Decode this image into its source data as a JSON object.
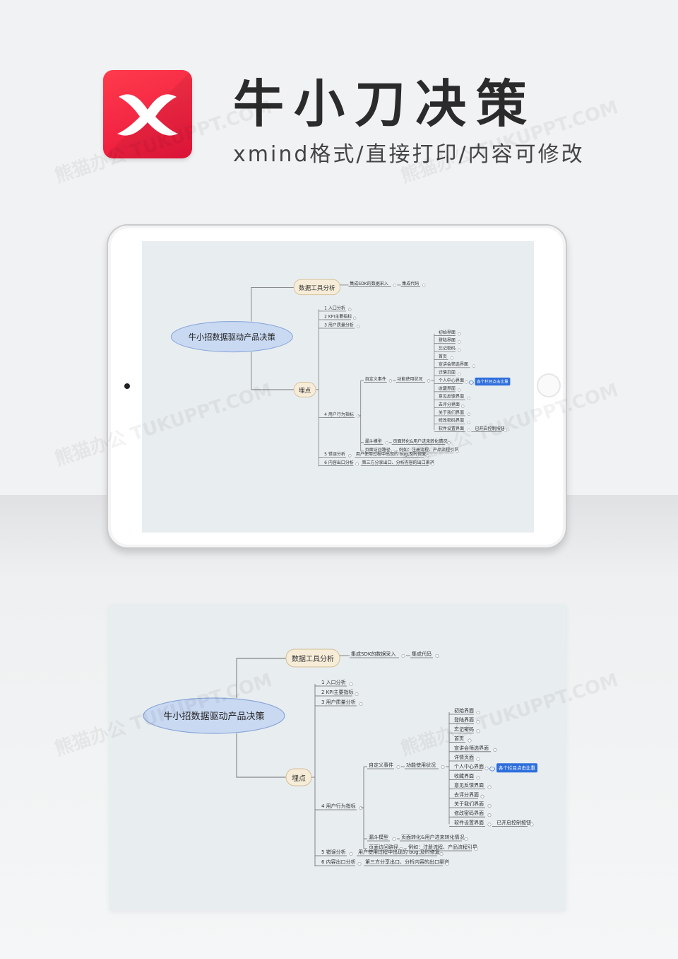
{
  "header": {
    "title": "牛小刀决策",
    "subtitle": "xmind格式/直接打印/内容可修改"
  },
  "watermark_text": "熊猫办公 TUKUPPT.COM",
  "colors": {
    "logo_red": "#f0233f",
    "root_fill": "#c9d9f2",
    "root_stroke": "#8aa7d8",
    "branch_fill": "#f6ecd8",
    "branch_stroke": "#d2bf96",
    "line": "#6b6b6b",
    "highlight": "#2e6fdc"
  },
  "mindmap": {
    "root": "牛小招数据驱动产品决策",
    "branch_1": {
      "label": "数据工具分析",
      "child": "集成SDK的数据采入",
      "grandchild": "集成代码"
    },
    "branch_2": {
      "label": "埋点",
      "items": [
        "1 入口分析",
        "2 KPI主要指标",
        "3 用户质量分析",
        "4 用户行为指标",
        "5 错误分析",
        "6 内容出口分析"
      ],
      "behavior": {
        "custom_event": "自定义事件",
        "function_usage": "功能使用状况",
        "pages": [
          "初始界面",
          "登陆界面",
          "忘记密码",
          "首页",
          "宣讲会筛选界面",
          "详情页面",
          "个人中心界面",
          "收藏界面",
          "意见反馈界面",
          "去评分界面",
          "关于我们界面",
          "修改密码界面",
          "软件设置界面"
        ],
        "personal_center_note": "各个栏目点击比重",
        "settings_note": "已开启控制按钮",
        "funnel": "漏斗模型",
        "funnel_note": "页面转化&用户进来转化情况",
        "page_path": "页面访问路径",
        "page_path_note": "例如：注册流程、产品流程引导"
      },
      "error_note": "用户使用过程中出现的 bug,及时修复",
      "export_note": "第三方分享出口、分析内容的出口渠道"
    }
  }
}
